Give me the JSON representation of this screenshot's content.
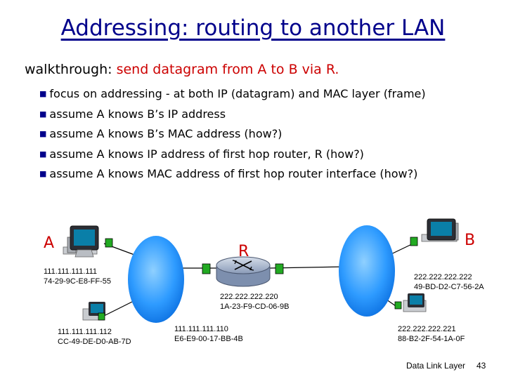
{
  "title": "Addressing: routing to another LAN",
  "walkthrough": {
    "prefix": "walkthrough:",
    "text": "send datagram from A to B via R."
  },
  "bullets": [
    "focus on addressing - at both IP (datagram) and MAC layer (frame)",
    "assume A knows B’s IP address",
    "assume A knows B’s MAC address (how?)",
    "assume A knows IP address of first hop router, R (how?)",
    "assume A knows MAC address of first hop router interface (how?)"
  ],
  "nodes": {
    "a_label": "A",
    "b_label": "B",
    "r_label": "R"
  },
  "addresses": {
    "host_a": {
      "ip": "111.111.111.111",
      "mac": "74-29-9C-E8-FF-55"
    },
    "host_left_bottom": {
      "ip": "111.111.111.112",
      "mac": "CC-49-DE-D0-AB-7D"
    },
    "router_left": {
      "ip": "111.111.111.110",
      "mac": "E6-E9-00-17-BB-4B"
    },
    "router_right": {
      "ip": "222.222.222.220",
      "mac": "1A-23-F9-CD-06-9B"
    },
    "host_b": {
      "ip": "222.222.222.222",
      "mac": "49-BD-D2-C7-56-2A"
    },
    "host_right_bottom": {
      "ip": "222.222.222.221",
      "mac": "88-B2-2F-54-1A-0F"
    }
  },
  "footer": {
    "chapter": "Data Link Layer",
    "page": "43"
  },
  "colors": {
    "title": "#00008B",
    "accent_red": "#CC0000",
    "cloud": "#1E90FF",
    "adapter": "#22AA22",
    "router": "#8A9BB8"
  }
}
